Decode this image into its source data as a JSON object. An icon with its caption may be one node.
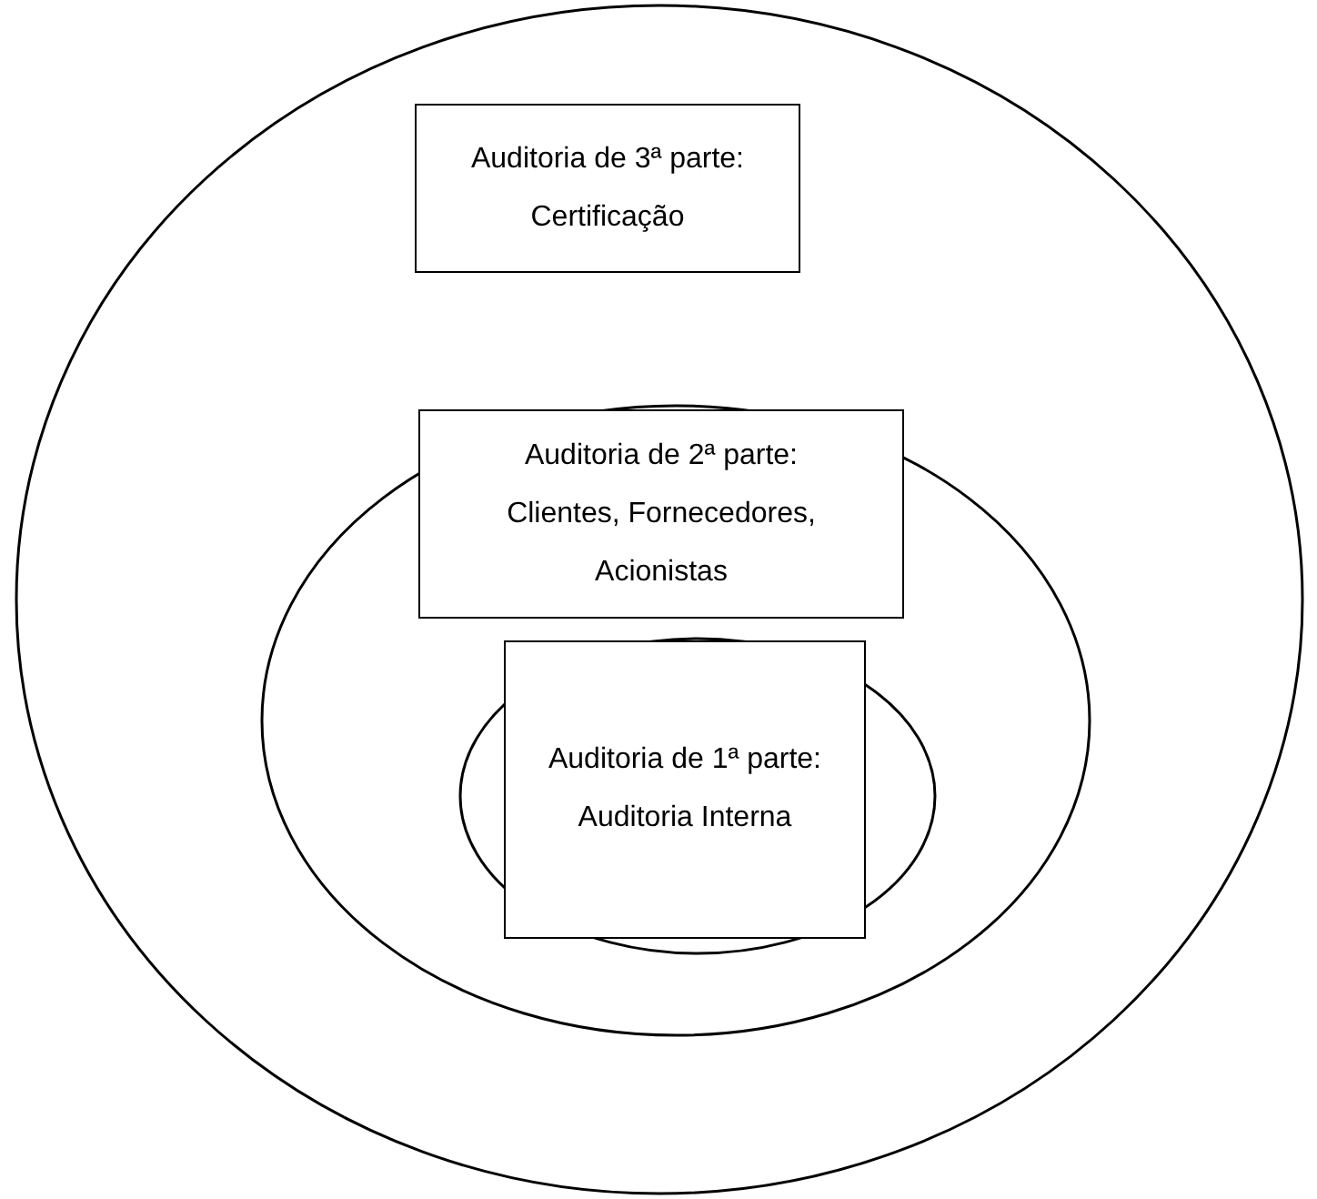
{
  "diagram": {
    "nodes": [
      {
        "text": [],
        "shape": "ellipse"
      },
      {
        "text": [
          "Auditoria de 3ª parte:",
          "Certificação"
        ],
        "in": 0
      },
      {
        "text": [],
        "shape": "ellipse",
        "in": 0
      },
      {
        "text": [
          "Auditoria de 2ª parte:",
          "Clientes, Fornecedores, Acionistas"
        ],
        "in": 2
      },
      {
        "text": [],
        "shape": "ellipse",
        "in": 2
      },
      {
        "text": [
          "Auditoria de 1ª parte:",
          "Auditoria Interna"
        ],
        "in": 4
      }
    ]
  }
}
